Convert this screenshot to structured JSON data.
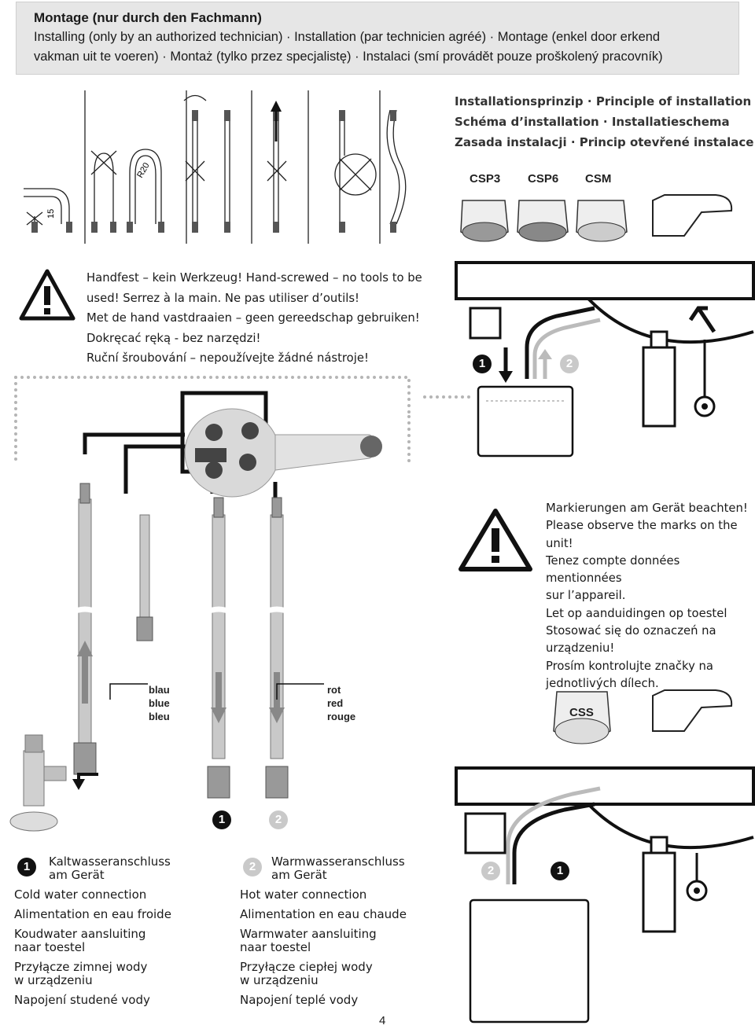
{
  "header": {
    "title": "Montage (nur durch den Fachmann)",
    "line1": "Installing (only by an authorized technician) · Installation (par technicien agréé) · Montage (enkel door erkend",
    "line2": "vakman uit te voeren) · Montaż (tylko przez specjalistę) · Instalaci (smí provádět pouze proškolený pracovník)"
  },
  "principle": {
    "line1": "Installationsprinzip · Principle of installation",
    "line2": "Schéma d’installation · Installatieschema",
    "line3": "Zasada instalacji · Princip otevřené instalace"
  },
  "bend_labels": {
    "r20": "R20",
    "fifteen": "15"
  },
  "aerators": {
    "codes": [
      "CSP3",
      "CSP6",
      "CSM"
    ]
  },
  "warning1": {
    "lines": [
      "Handfest – kein Werkzeug! Hand-screwed – no tools to be",
      "used! Serrez à la main. Ne pas utiliser d’outils!",
      "Met de hand vastdraaien – geen gereedschap gebruiken!",
      "Dokręcać ręką - bez narzędzi!",
      "Ruční šroubování – nepoužívejte žádné nástroje!"
    ]
  },
  "warning2": {
    "lines": [
      "Markierungen am Gerät beachten!",
      "Please observe the marks on the unit!",
      "Tenez compte données mentionnées",
      "sur l’appareil.",
      "Let op aanduidingen op toestel",
      "Stosować się do oznaczeń na",
      "urządzeniu!",
      "Prosím kontrolujte značky na",
      "jednotlivých dílech."
    ]
  },
  "hose_labels": {
    "blue": [
      "blau",
      "blue",
      "bleu"
    ],
    "red": [
      "rot",
      "red",
      "rouge"
    ]
  },
  "css_label": "CSS",
  "markers": {
    "one": "1",
    "two": "2"
  },
  "legend_cold": {
    "number": "1",
    "lines": [
      "Kaltwasseranschluss",
      "am Gerät",
      "Cold water connection",
      "Alimentation en eau froide",
      "Koudwater aansluiting",
      "naar toestel",
      "Przyłącze zimnej wody",
      "w urządzeniu",
      "Napojení studené vody"
    ]
  },
  "legend_hot": {
    "number": "2",
    "lines": [
      "Warmwasseranschluss",
      "am Gerät",
      "Hot water connection",
      "Alimentation en eau chaude",
      "Warmwater aansluiting",
      "naar toestel",
      "Przyłącze ciepłej wody",
      "w urządzeniu",
      "Napojení teplé vody"
    ]
  },
  "page_number": "4",
  "colors": {
    "header_bg": "#e6e6e6",
    "ink": "#1a1a1a",
    "dotted": "#b5b5b5",
    "hot_pipe": "#bdbdbd"
  }
}
